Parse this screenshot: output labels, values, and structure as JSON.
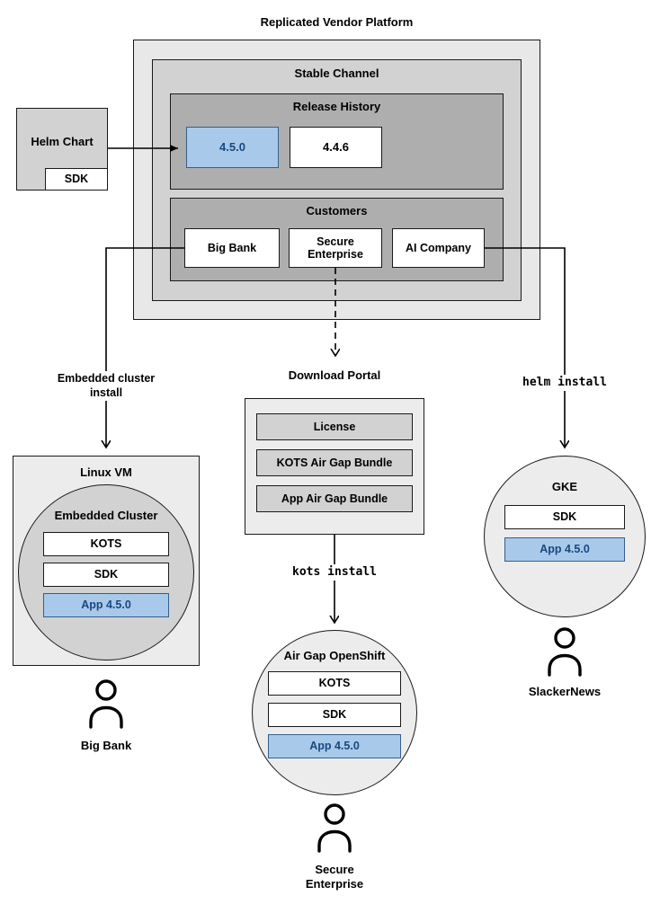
{
  "diagram": {
    "title": "Replicated Vendor Platform",
    "platform": {
      "channel": "Stable Channel",
      "release_history": {
        "title": "Release History",
        "releases": [
          {
            "version": "4.5.0",
            "highlighted": true
          },
          {
            "version": "4.4.6",
            "highlighted": false
          }
        ]
      },
      "customers": {
        "title": "Customers",
        "items": [
          "Big Bank",
          "Secure Enterprise",
          "AI Company"
        ]
      }
    },
    "helm_chart": {
      "label": "Helm Chart",
      "sdk": "SDK"
    },
    "flows": {
      "embedded": {
        "label": "Embedded cluster install"
      },
      "airgap": {
        "portal_title": "Download Portal",
        "portal_items": [
          "License",
          "KOTS Air Gap Bundle",
          "App Air Gap Bundle"
        ],
        "install_command": "kots install"
      },
      "helm": {
        "install_command": "helm install"
      }
    },
    "deployments": {
      "linux_vm": {
        "title": "Linux VM",
        "cluster": "Embedded Cluster",
        "components": [
          "KOTS",
          "SDK",
          "App 4.5.0"
        ],
        "user": "Big Bank"
      },
      "openshift": {
        "title": "Air Gap OpenShift",
        "components": [
          "KOTS",
          "SDK",
          "App 4.5.0"
        ],
        "user": "Secure Enterprise"
      },
      "gke": {
        "title": "GKE",
        "components": [
          "SDK",
          "App 4.5.0"
        ],
        "user": "SlackerNews"
      }
    },
    "colors": {
      "highlight_fill": "#a9c9ea",
      "highlight_border": "#33608c",
      "highlight_text": "#17497e",
      "line": "#000000"
    }
  }
}
